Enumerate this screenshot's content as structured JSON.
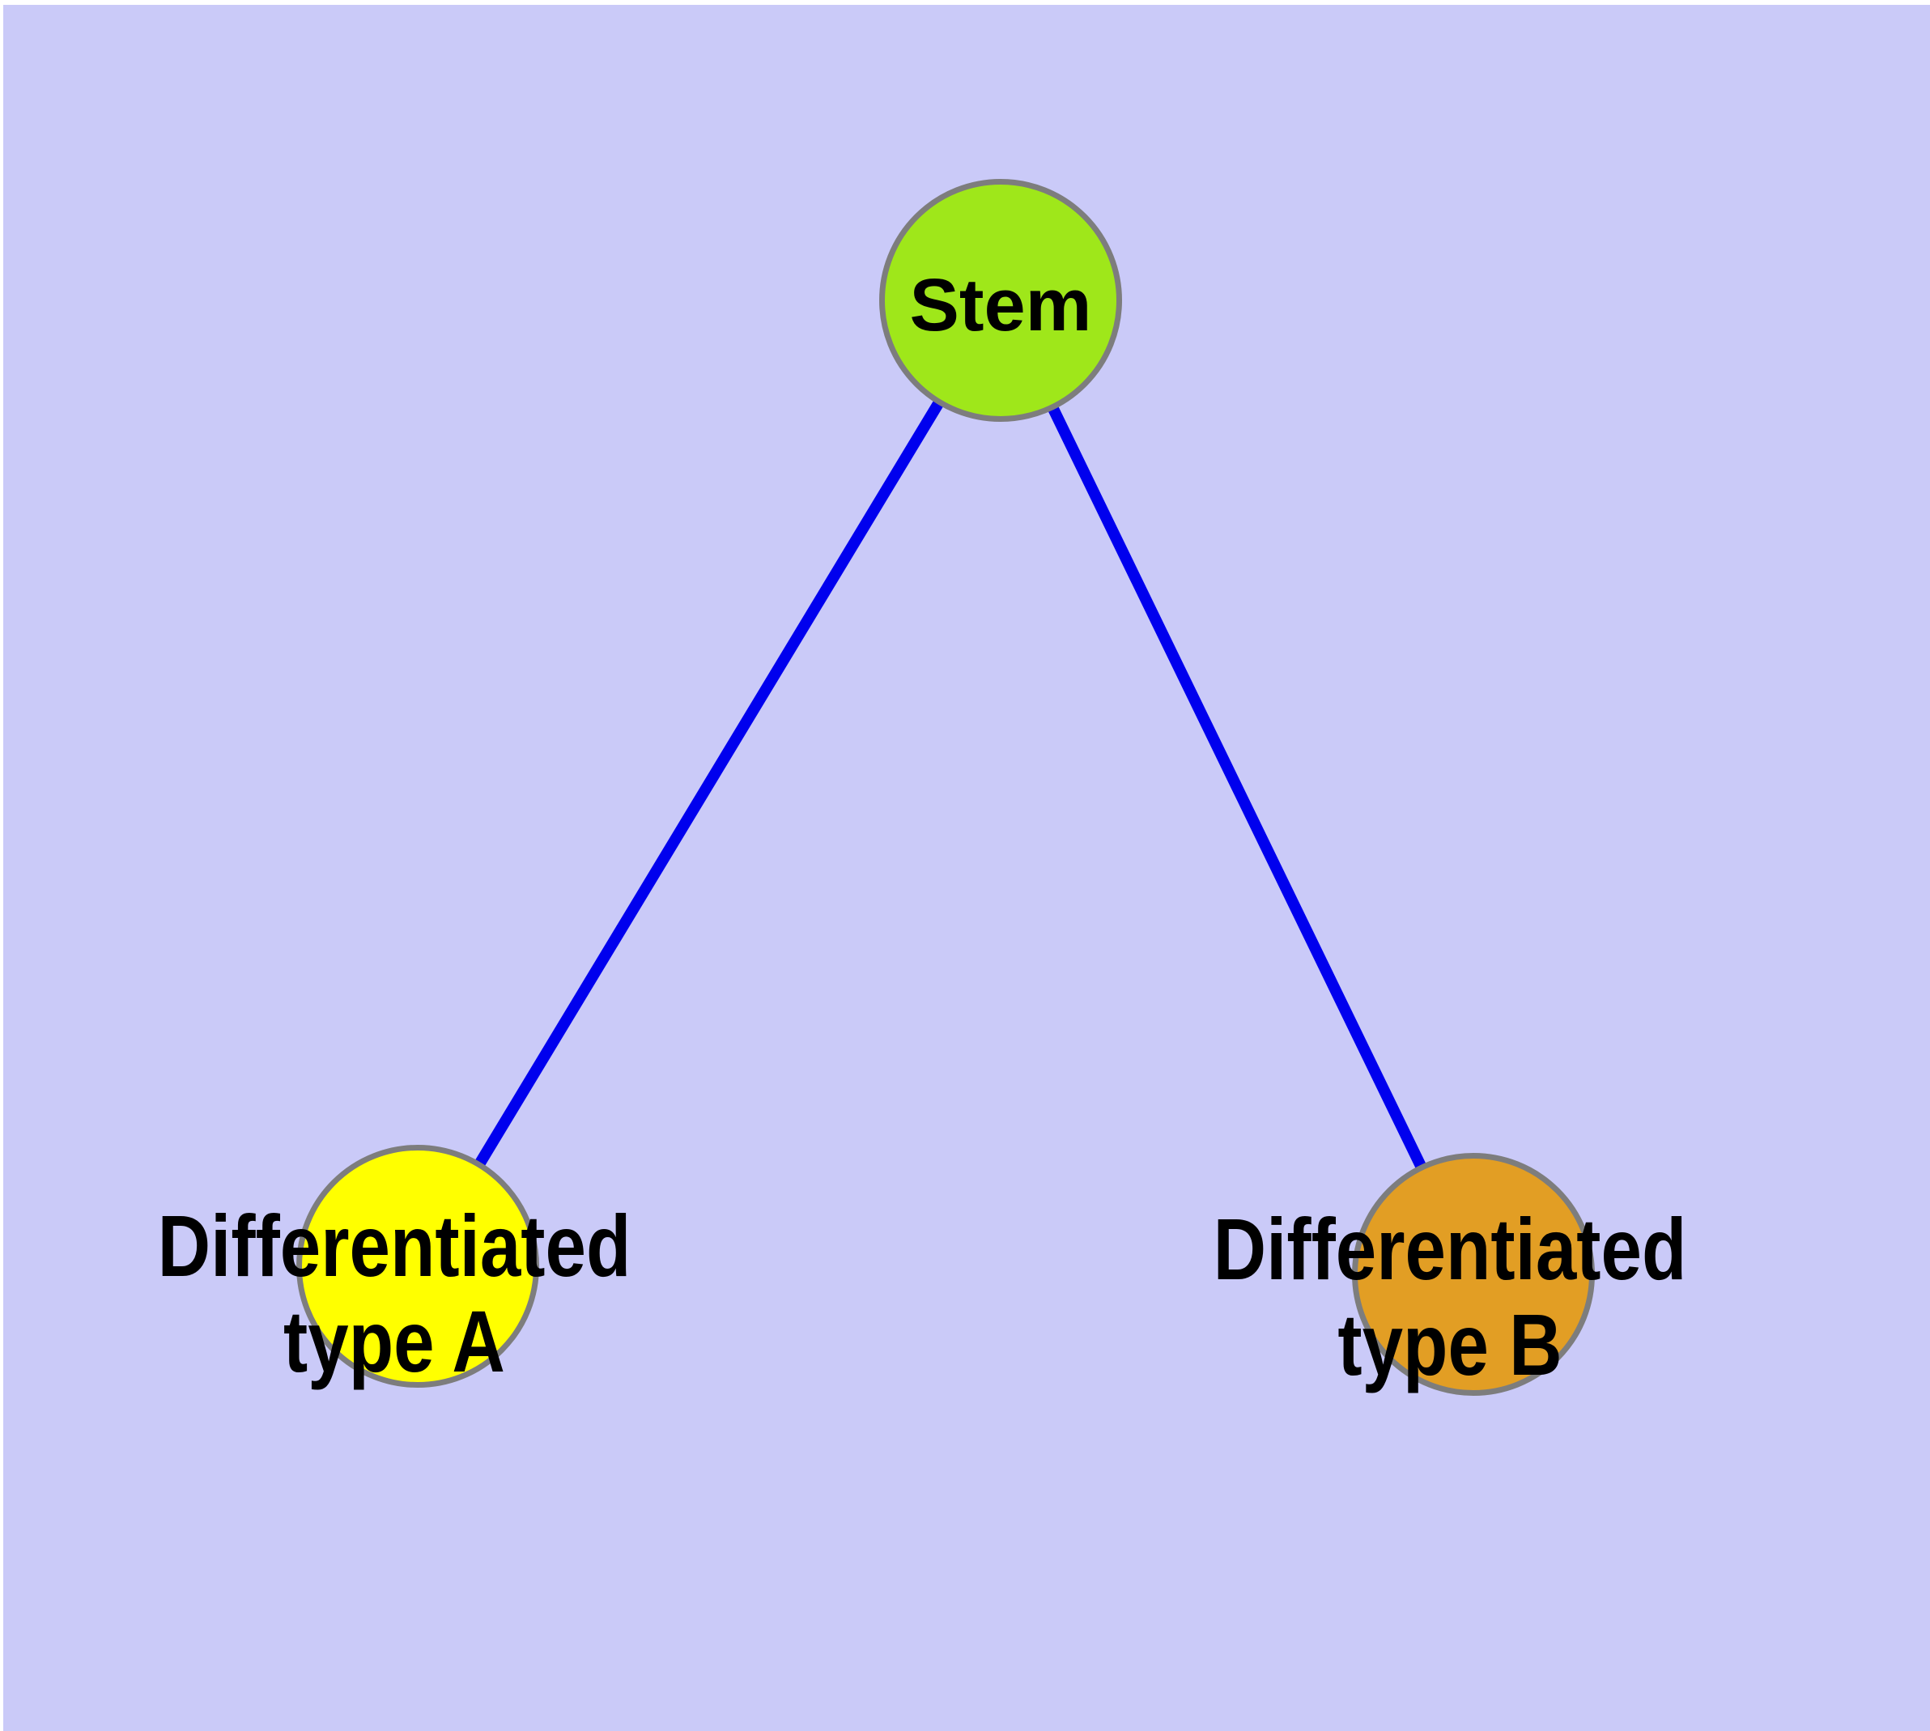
{
  "canvas": {
    "background": "#cacaf8",
    "margin_color": "#ffffff"
  },
  "colors": {
    "edge": "#0000ee",
    "node_border": "#7d7d7d",
    "label_text": "#000000"
  },
  "nodes": {
    "stem": {
      "label": "Stem",
      "fill": "#9fe71a"
    },
    "type_a": {
      "label_line1": "Differentiated",
      "label_line2": "type A",
      "fill": "#ffff00"
    },
    "type_b": {
      "label_line1": "Differentiated",
      "label_line2": "type B",
      "fill": "#e29e24"
    }
  },
  "edges": [
    {
      "from": "Stem",
      "to": "Differentiated type A"
    },
    {
      "from": "Stem",
      "to": "Differentiated type B"
    }
  ]
}
